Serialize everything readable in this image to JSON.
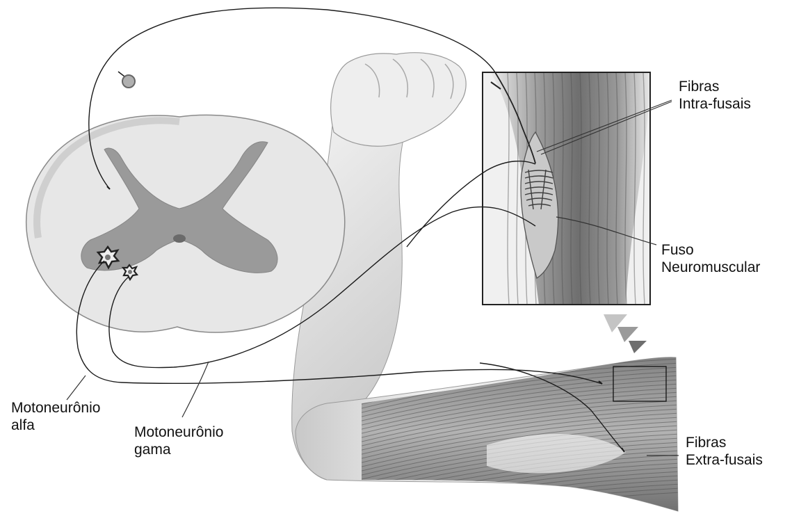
{
  "labels": {
    "fibras_intra": [
      "Fibras",
      "Intra-fusais"
    ],
    "fuso": [
      "Fuso",
      "Neuromuscular"
    ],
    "fibras_extra": [
      "Fibras",
      "Extra-fusais"
    ],
    "moto_alfa": [
      "Motoneurônio",
      "alfa"
    ],
    "moto_gama": [
      "Motoneurônio",
      "gama"
    ]
  },
  "colors": {
    "background": "#ffffff",
    "nerve": "#1a1a1a",
    "grey_matter": "#9a9a9a",
    "white_matter": "#e6e6e6",
    "arm_skin": "#d6d6d6",
    "muscle": "#8a8a8a"
  }
}
